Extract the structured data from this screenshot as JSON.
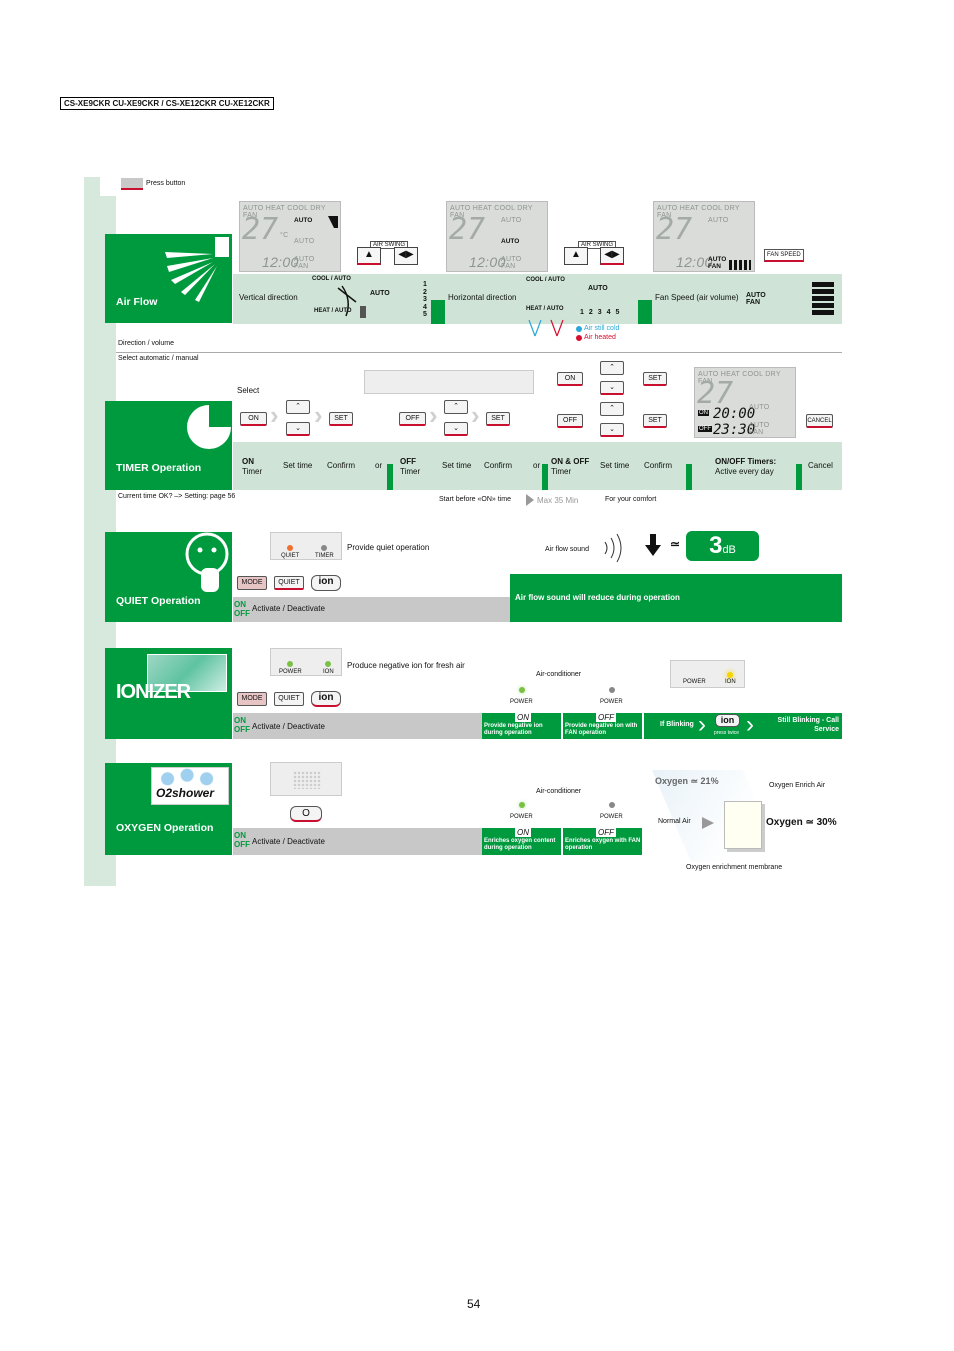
{
  "header": {
    "model": "CS-XE9CKR CU-XE9CKR / CS-XE12CKR CU-XE12CKR"
  },
  "legend": {
    "press_button": "Press button"
  },
  "lcd": {
    "modes": "AUTO HEAT COOL DRY FAN",
    "temp": "27",
    "unit": "°C",
    "time": "12:00",
    "auto": "AUTO",
    "auto_fan": "AUTO FAN",
    "on_time": "20:00",
    "off_time": "23:30",
    "on": "ON",
    "off": "OFF"
  },
  "airflow": {
    "title": "Air Flow",
    "vertical": "Vertical direction",
    "horizontal": "Horizontal direction",
    "fan_speed": "Fan Speed (air volume)",
    "air_swing": "AIR SWING",
    "fan_speed_btn": "FAN SPEED",
    "cool_auto": "COOL / AUTO",
    "heat_auto": "HEAT / AUTO",
    "auto": "AUTO",
    "auto_fan": "AUTO FAN",
    "positions": [
      "1",
      "2",
      "3",
      "4",
      "5"
    ],
    "air_still_cold": "Air still cold",
    "air_heated": "Air heated",
    "direction_volume": "Direction / volume",
    "select_auto_manual": "Select automatic / manual"
  },
  "timer": {
    "title": "TIMER Operation",
    "select": "Select",
    "on": "ON",
    "off": "OFF",
    "set": "SET",
    "cancel": "CANCEL",
    "on_timer": "ON",
    "off_timer": "OFF",
    "on_off_timer": "ON & OFF",
    "timer_word": "Timer",
    "set_time": "Set time",
    "confirm": "Confirm",
    "or": "or",
    "on_off_timers": "ON/OFF Timers:",
    "active_every_day": "Active every day",
    "cancel_label": "Cancel",
    "current_time": "Current time OK? –> Setting: page 56",
    "start_before": "Start before «ON» time",
    "max": "Max 35 Min",
    "comfort": "For your comfort"
  },
  "quiet": {
    "title": "QUIET Operation",
    "quiet_led": "QUIET",
    "timer_led": "TIMER",
    "provide": "Provide quiet operation",
    "mode": "MODE",
    "quiet": "QUIET",
    "ion": "ion",
    "on": "ON",
    "off": "OFF",
    "activate": "Activate / Deactivate",
    "air_flow_sound": "Air flow sound",
    "db": "3",
    "db_unit": "dB",
    "approx": "≃",
    "reduce": "Air flow sound will reduce during operation"
  },
  "ionizer": {
    "title": "IONIZER",
    "power_led": "POWER",
    "ion_led": "ION",
    "produce": "Produce negative ion for fresh air",
    "mode": "MODE",
    "quiet": "QUIET",
    "ion": "ion",
    "on": "ON",
    "off": "OFF",
    "activate": "Activate / Deactivate",
    "air_conditioner": "Air-conditioner",
    "power": "POWER",
    "on_desc": "Provide negative ion during operation",
    "off_desc": "Provide negative ion with FAN operation",
    "if_blinking": "If Blinking",
    "press_twice": "press twice",
    "still_blinking": "Still Blinking - Call Service"
  },
  "oxygen": {
    "title": "OXYGEN Operation",
    "logo": "O2shower",
    "btn": "O",
    "on": "ON",
    "off": "OFF",
    "activate": "Activate / Deactivate",
    "air_conditioner": "Air-conditioner",
    "power": "POWER",
    "on_desc": "Enriches oxygen content during operation",
    "off_desc": "Enriches oxygen with FAN operation",
    "oxygen_21": "Oxygen ≃ 21%",
    "enrich_air": "Oxygen Enrich Air",
    "normal_air": "Normal Air",
    "oxygen_30": "Oxygen ≃ 30%",
    "membrane": "Oxygen enrichment membrane"
  },
  "page_number": "54"
}
